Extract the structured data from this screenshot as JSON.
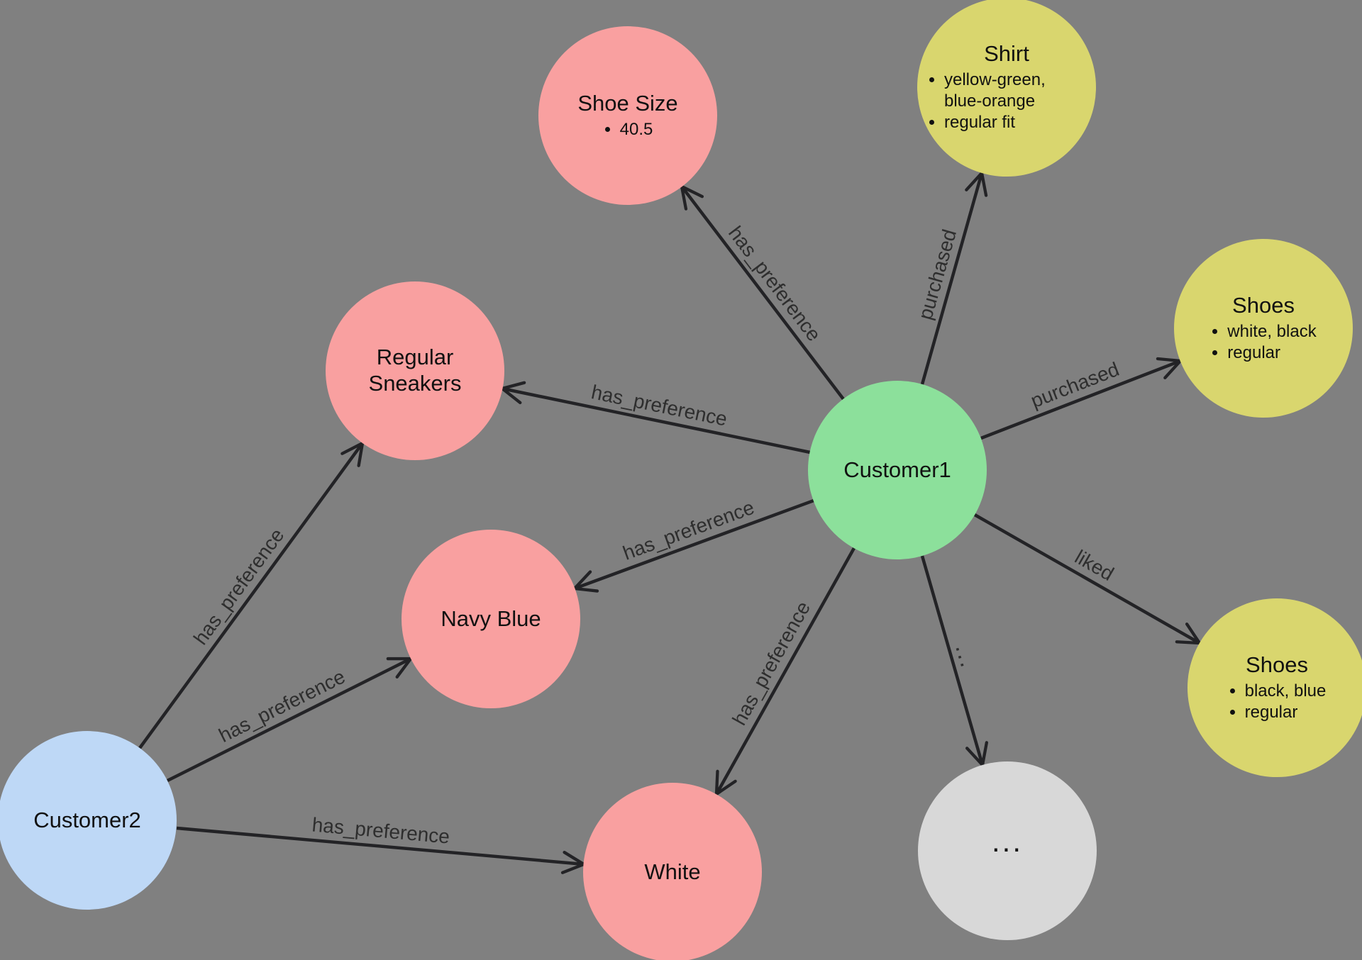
{
  "colors": {
    "background": "#808080",
    "edge": "#232326",
    "edge_label": "#2e2e2e",
    "node_text": "#111111",
    "customer_green": "#8CE09B",
    "customer_blue": "#BED8F6",
    "preference_pink": "#F9A0A0",
    "product_yellow": "#D9D66E",
    "ellipsis_gray": "#D8D8D8"
  },
  "nodes": [
    {
      "id": "shoe-size",
      "title": "Shoe Size",
      "color": "#F9A0A0",
      "bullets": [
        "40.5"
      ]
    },
    {
      "id": "shirt",
      "title": "Shirt",
      "color": "#D9D66E",
      "bullets": [
        "yellow-green, blue-orange",
        "regular fit"
      ]
    },
    {
      "id": "shoes-purchased",
      "title": "Shoes",
      "color": "#D9D66E",
      "bullets": [
        "white, black",
        "regular"
      ]
    },
    {
      "id": "regular-sneakers",
      "title": "Regular Sneakers",
      "color": "#F9A0A0",
      "bullets": []
    },
    {
      "id": "customer1",
      "title": "Customer1",
      "color": "#8CE09B",
      "bullets": []
    },
    {
      "id": "navy-blue",
      "title": "Navy Blue",
      "color": "#F9A0A0",
      "bullets": []
    },
    {
      "id": "shoes-liked",
      "title": "Shoes",
      "color": "#D9D66E",
      "bullets": [
        "black, blue",
        "regular"
      ]
    },
    {
      "id": "customer2",
      "title": "Customer2",
      "color": "#BED8F6",
      "bullets": []
    },
    {
      "id": "white",
      "title": "White",
      "color": "#F9A0A0",
      "bullets": []
    },
    {
      "id": "ellipsis",
      "title": "...",
      "color": "#D8D8D8",
      "bullets": []
    }
  ],
  "edges": [
    {
      "from": "customer1",
      "to": "shoe-size",
      "label": "has_preference"
    },
    {
      "from": "customer1",
      "to": "shirt",
      "label": "purchased"
    },
    {
      "from": "customer1",
      "to": "shoes-purchased",
      "label": "purchased"
    },
    {
      "from": "customer1",
      "to": "regular-sneakers",
      "label": "has_preference"
    },
    {
      "from": "customer1",
      "to": "navy-blue",
      "label": "has_preference"
    },
    {
      "from": "customer1",
      "to": "shoes-liked",
      "label": "liked"
    },
    {
      "from": "customer1",
      "to": "white",
      "label": "has_preference"
    },
    {
      "from": "customer1",
      "to": "ellipsis",
      "label": "..."
    },
    {
      "from": "customer2",
      "to": "regular-sneakers",
      "label": "has_preference"
    },
    {
      "from": "customer2",
      "to": "navy-blue",
      "label": "has_preference"
    },
    {
      "from": "customer2",
      "to": "white",
      "label": "has_preference"
    }
  ]
}
